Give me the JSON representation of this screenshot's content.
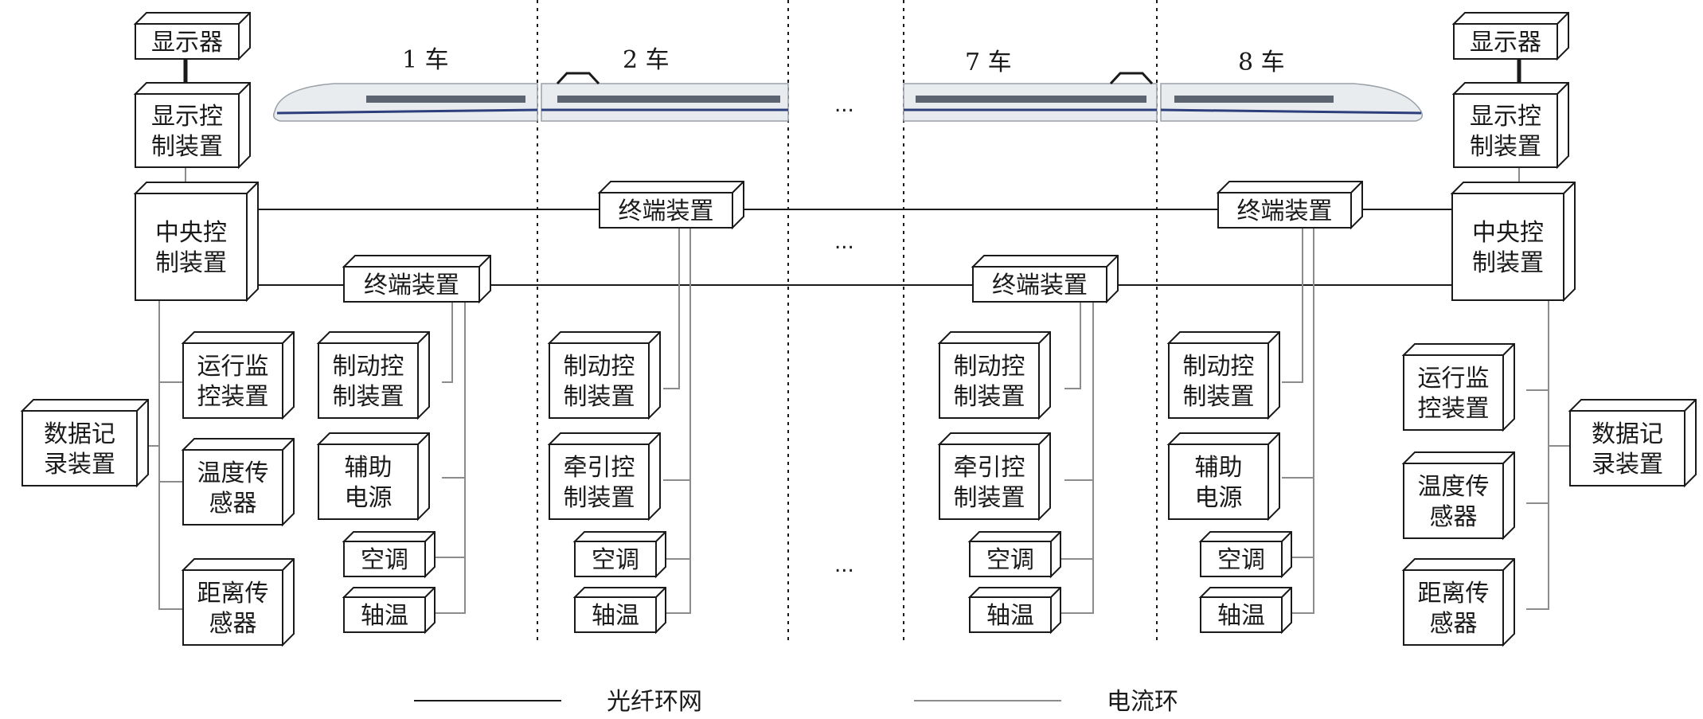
{
  "cars": [
    "1  车",
    "2  车",
    "7  车",
    "8  车"
  ],
  "ellipsis": "...",
  "boxes": {
    "display": "显示器",
    "display_ctrl": [
      "显示控",
      "制装置"
    ],
    "central_ctrl": [
      "中央控",
      "制装置"
    ],
    "terminal": "终端装置",
    "run_monitor": [
      "运行监",
      "控装置"
    ],
    "temp_sensor": [
      "温度传",
      "感器"
    ],
    "dist_sensor": [
      "距离传",
      "感器"
    ],
    "data_record": [
      "数据记",
      "录装置"
    ],
    "brake_ctrl": [
      "制动控",
      "制装置"
    ],
    "aux_power": [
      "辅助",
      "电源"
    ],
    "traction_ctrl": [
      "牵引控",
      "制装置"
    ],
    "aircon": "空调",
    "axle_temp": "轴温"
  },
  "legend": {
    "fiber": "光纤环网",
    "current": "电流环"
  },
  "colors": {
    "fiber": "#1a1a1a",
    "current": "#8c8c8c",
    "train_body": "#e9ecef",
    "train_stripe": "#2c3f7a",
    "train_window": "#5b6470"
  }
}
